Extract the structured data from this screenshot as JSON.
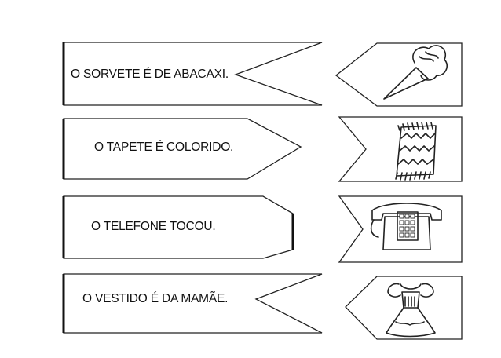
{
  "cards": [
    {
      "sentence": "O SORVETE É DE ABACAXI.",
      "picture": "ice-cream-icon"
    },
    {
      "sentence": "O TAPETE É COLORIDO.",
      "picture": "rug-icon"
    },
    {
      "sentence": "O TELEFONE TOCOU.",
      "picture": "telephone-icon"
    },
    {
      "sentence": "O VESTIDO É DA MAMÃE.",
      "picture": "dress-icon"
    }
  ]
}
